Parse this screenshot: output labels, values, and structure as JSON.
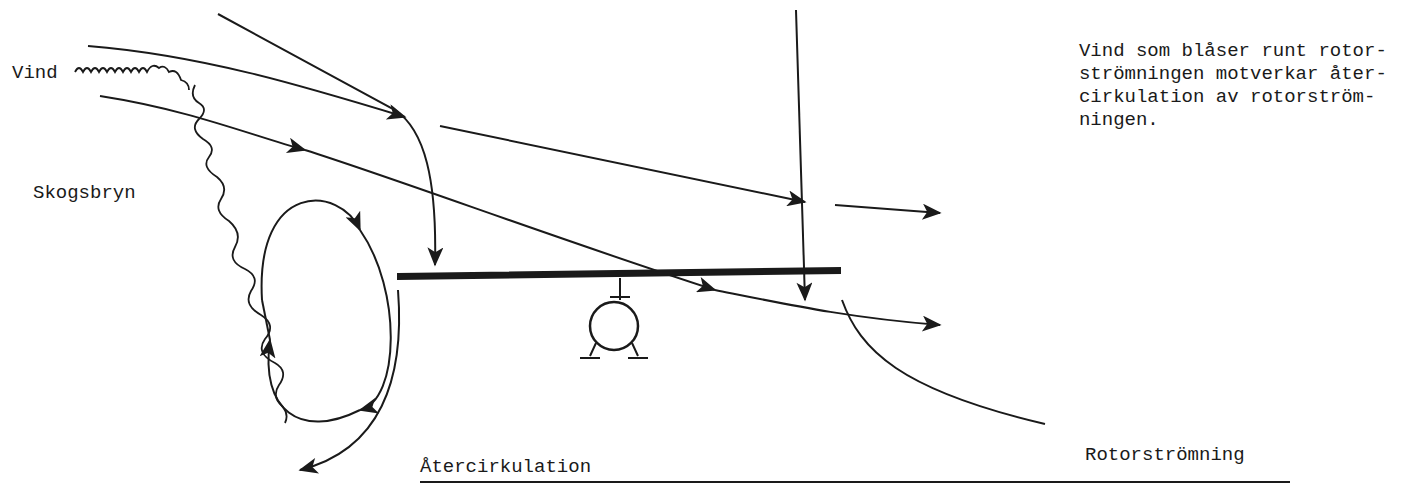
{
  "diagram": {
    "labels": [
      "Vind",
      "Skogsbryn",
      "Vind som blåser runt rotor- strömningen motverkar åter- cirkulation av rotorström- ningen.",
      "Återcirkulation",
      "Rotorströmning"
    ]
  }
}
